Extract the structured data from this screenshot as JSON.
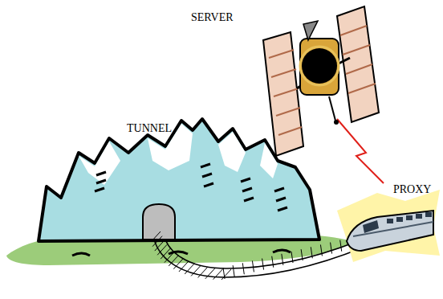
{
  "diagram": {
    "labels": [
      "SERVER",
      "TUNNEL",
      "PROXY"
    ]
  }
}
